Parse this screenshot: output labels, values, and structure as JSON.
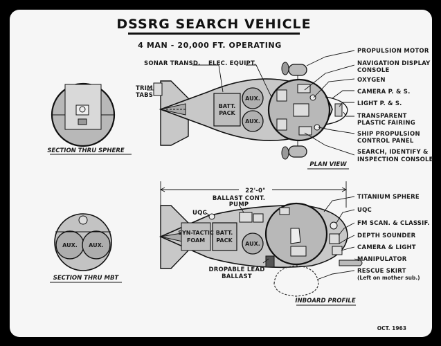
{
  "title": "DSSRG SEARCH VEHICLE",
  "subtitle": "4 MAN - 20,000 FT. OPERATING",
  "date": "OCT. 1963",
  "section_sphere": "SECTION THRU SPHERE",
  "section_mbt": "SECTION THRU MBT",
  "plan_view": {
    "caption": "PLAN VIEW",
    "labels": {
      "sonar": "SONAR TRANSD.",
      "elec": "ELEC. EQUIPT.",
      "trim1": "TRIM",
      "trim2": "TABS",
      "propulsion_motor": "PROPULSION MOTOR",
      "nav1": "NAVIGATION DISPLAY",
      "nav2": "CONSOLE",
      "oxygen": "OXYGEN",
      "camera": "CAMERA P. & S.",
      "light": "LIGHT P. & S.",
      "fairing1": "TRANSPARENT",
      "fairing2": "PLASTIC FAIRING",
      "ship1": "SHIP PROPULSION",
      "ship2": "CONTROL PANEL",
      "search1": "SEARCH, IDENTIFY &",
      "search2": "INSPECTION CONSOLE"
    },
    "inner": {
      "batt1": "BATT.",
      "batt2": "PACK",
      "aux": "AUX."
    }
  },
  "inboard_profile": {
    "caption": "INBOARD PROFILE",
    "dimension": "22'-0\"",
    "labels": {
      "ballast1": "BALLAST CONT.",
      "ballast2": "PUMP",
      "uqc_left": "UQC",
      "titanium": "TITANIUM SPHERE",
      "uqc_right": "UQC",
      "fm": "FM SCAN. & CLASSIF.",
      "depth": "DEPTH SOUNDER",
      "camlight": "CAMERA & LIGHT",
      "manip": "MANIPULATOR",
      "rescue1": "RESCUE SKIRT",
      "rescue2": "(Left on mother sub.)",
      "lead1": "DROPABLE LEAD",
      "lead2": "BALLAST"
    },
    "inner": {
      "syn1": "SYN-TACTIC",
      "syn2": "FOAM",
      "batt1": "BATT.",
      "batt2": "PACK",
      "aux": "AUX."
    }
  },
  "mbt_inner": {
    "aux": "AUX."
  }
}
